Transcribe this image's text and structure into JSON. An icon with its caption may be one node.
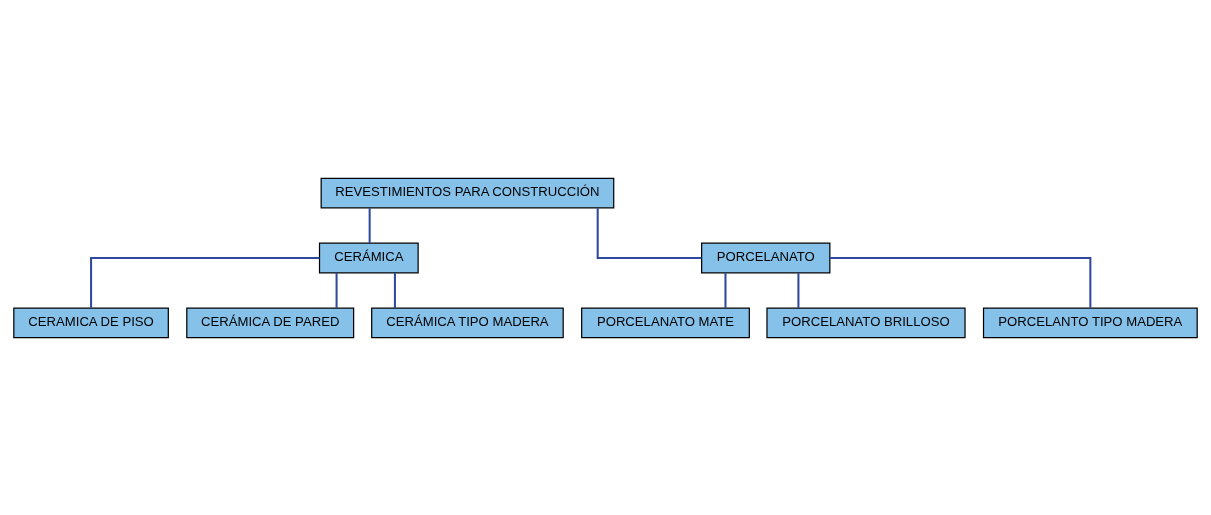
{
  "diagram": {
    "nodes": [
      {
        "text": [
          "REVESTIMIENTOS PARA CONSTRUCCIÓN"
        ]
      },
      {
        "text": [
          "CERÁMICA"
        ]
      },
      {
        "text": [
          "PORCELANATO"
        ]
      },
      {
        "text": [
          "CERAMICA DE PISO"
        ]
      },
      {
        "text": [
          "PORCELANATO MATE"
        ]
      },
      {
        "text": [
          "CERÁMICA DE PARED"
        ]
      },
      {
        "text": [
          "PORCELANATO BRILLOSO"
        ]
      },
      {
        "text": [
          "CERÁMICA TIPO MADERA"
        ]
      },
      {
        "text": [
          "PORCELANTO TIPO MADERA"
        ]
      }
    ],
    "edges": [
      {
        "from": 0,
        "to": 1,
        "arrow": "none"
      },
      {
        "from": 0,
        "to": 2,
        "arrow": "none"
      },
      {
        "from": 1,
        "to": 3,
        "arrow": "none"
      },
      {
        "from": 1,
        "to": 5,
        "arrow": "none"
      },
      {
        "from": 1,
        "to": 7,
        "arrow": "none"
      },
      {
        "from": 2,
        "to": 4,
        "arrow": "none"
      },
      {
        "from": 2,
        "to": 6,
        "arrow": "none"
      },
      {
        "from": 2,
        "to": 8,
        "arrow": "none"
      }
    ]
  }
}
